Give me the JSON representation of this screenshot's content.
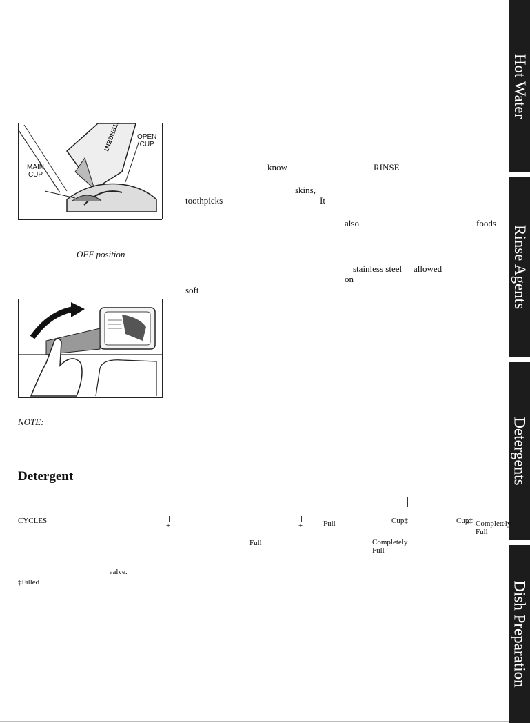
{
  "tabs": [
    "Hot Water",
    "Rinse Agents",
    "Detergents",
    "Dish Preparation"
  ],
  "figure1": {
    "open_cup_line1": "OPEN",
    "open_cup_line2": "CUP",
    "main_cup_line1": "MAIN",
    "main_cup_line2": "CUP",
    "box_text": "DETERGENT"
  },
  "left_text": {
    "off_position": "OFF position",
    "note": "NOTE:"
  },
  "right_text": {
    "know": "know",
    "rinse": "RINSE",
    "skins": "skins,",
    "toothpicks": "toothpicks",
    "it": "It",
    "also": "also",
    "foods": "foods",
    "stainless": "stainless steel",
    "allowed": "allowed",
    "on": "on",
    "soft": "soft"
  },
  "table": {
    "heading": "Detergent",
    "cycles": "CYCLES",
    "cup1": "Cup‡",
    "cup2": "Cup‡",
    "full_a": "Full",
    "full_b": "Full",
    "full_c": "Full",
    "full_d": "Full",
    "completely_a": "Completely",
    "completely_b": "Completely",
    "plus": "+",
    "valve": "valve.",
    "filled": "‡Filled"
  },
  "colors": {
    "tab_bg": "#1c1c1c",
    "tab_text": "#ffffff",
    "text": "#111111"
  }
}
